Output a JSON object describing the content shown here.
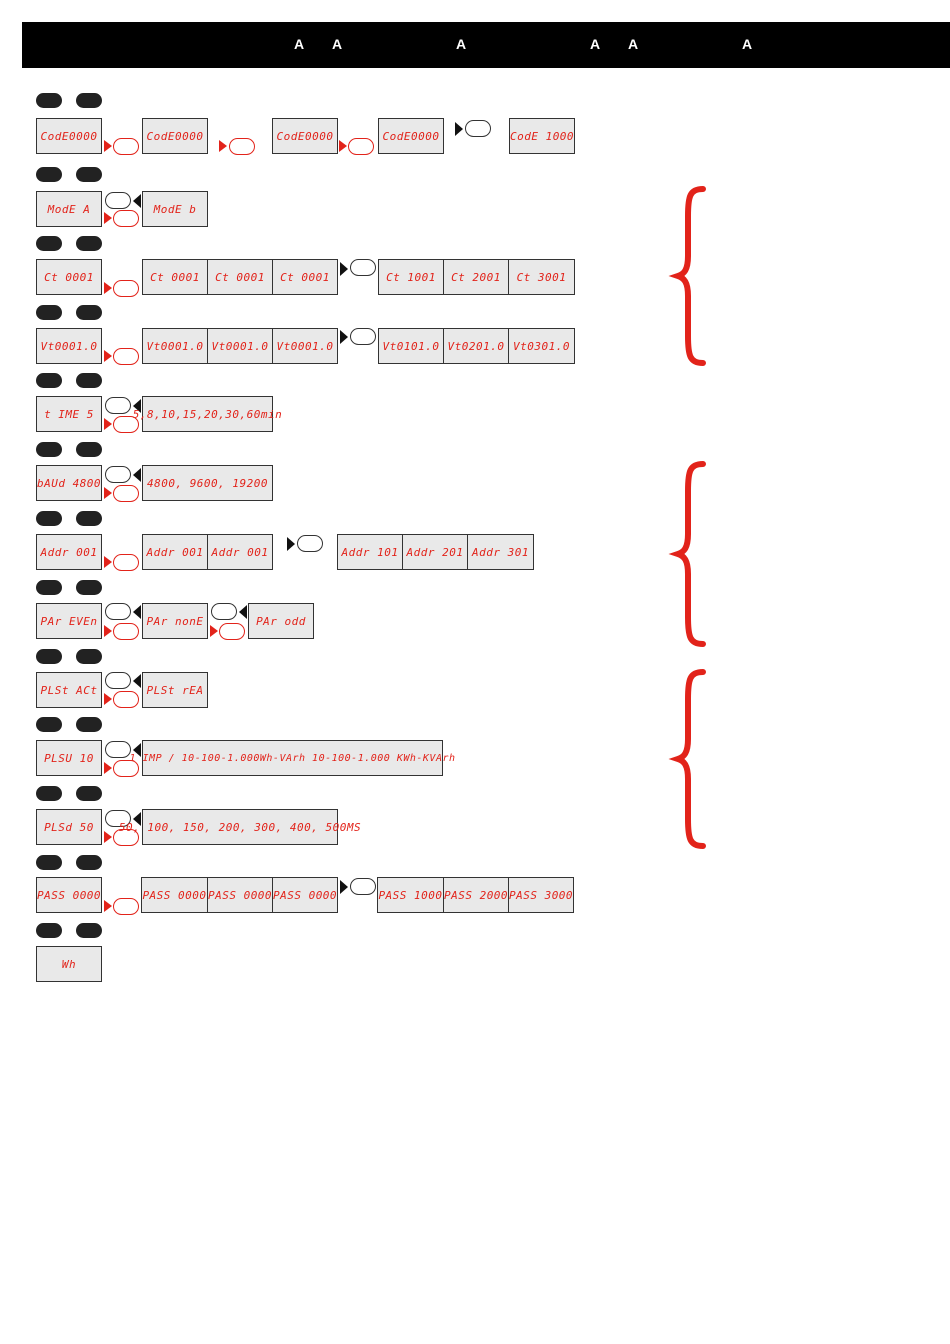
{
  "header": {
    "letters": [
      "A",
      "A",
      "A",
      "A",
      "A",
      "A"
    ]
  },
  "rows": {
    "code": {
      "start": "CodE0000",
      "steps": [
        "CodE0000",
        "CodE0000",
        "CodE0000"
      ],
      "result": "CodE 1000"
    },
    "mode": {
      "start": "ModE  A",
      "option": "ModE  b"
    },
    "ct": {
      "start": "Ct  0001",
      "steps": [
        "Ct  0001",
        "Ct  0001",
        "Ct  0001"
      ],
      "results": [
        "Ct  1001",
        "Ct  2001",
        "Ct  3001"
      ]
    },
    "vt": {
      "start": "Vt0001.0",
      "steps": [
        "Vt0001.0",
        "Vt0001.0",
        "Vt0001.0"
      ],
      "results": [
        "Vt0101.0",
        "Vt0201.0",
        "Vt0301.0"
      ]
    },
    "time": {
      "start": "t  IME 5",
      "option": "5,8,10,15,20,30,60min"
    },
    "baud": {
      "start": "bAUd 4800",
      "option": "4800, 9600, 19200"
    },
    "addr": {
      "start": "Addr 001",
      "steps": [
        "Addr 001",
        "Addr 001"
      ],
      "results": [
        "Addr 101",
        "Addr 201",
        "Addr 301"
      ]
    },
    "parity": {
      "start": "PAr EVEn",
      "options": [
        "PAr  nonE",
        "PAr   odd"
      ]
    },
    "plst": {
      "start": "PLSt ACt",
      "option": "PLSt rEA"
    },
    "plsu": {
      "start": "PLSU   10",
      "option": "1 IMP / 10-100-1.000Wh-VArh   10-100-1.000 KWh-KVArh"
    },
    "plsd": {
      "start": "PLSd  50",
      "option": "50, 100, 150, 200, 300, 400, 500MS"
    },
    "pass": {
      "start": "PASS 0000",
      "steps": [
        "PASS 0000",
        "PASS 0000",
        "PASS 0000"
      ],
      "results": [
        "PASS  1000",
        "PASS 2000",
        "PASS 3000"
      ]
    },
    "wh": {
      "start": "Wh"
    }
  },
  "colors": {
    "accent": "#e2231a",
    "lcd_bg": "#e9e9e9",
    "header_bg": "#000000"
  }
}
